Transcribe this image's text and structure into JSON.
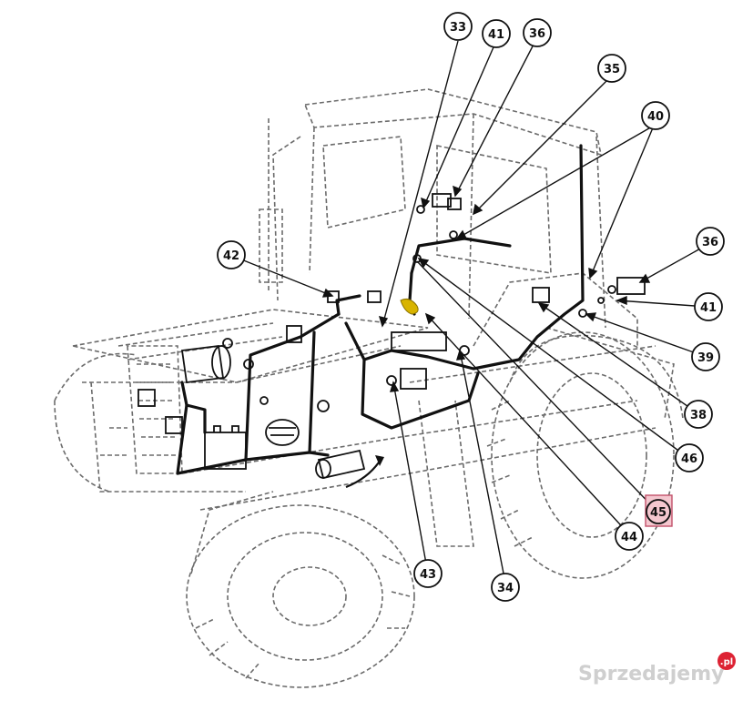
{
  "callouts": [
    {
      "id": "c33",
      "label": "33"
    },
    {
      "id": "c41a",
      "label": "41"
    },
    {
      "id": "c36a",
      "label": "36"
    },
    {
      "id": "c35",
      "label": "35"
    },
    {
      "id": "c40",
      "label": "40"
    },
    {
      "id": "c36b",
      "label": "36"
    },
    {
      "id": "c41b",
      "label": "41"
    },
    {
      "id": "c39",
      "label": "39"
    },
    {
      "id": "c38",
      "label": "38"
    },
    {
      "id": "c46",
      "label": "46"
    },
    {
      "id": "c45",
      "label": "45",
      "highlighted": true
    },
    {
      "id": "c44",
      "label": "44"
    },
    {
      "id": "c34",
      "label": "34"
    },
    {
      "id": "c43",
      "label": "43"
    },
    {
      "id": "c42",
      "label": "42"
    }
  ],
  "colors": {
    "ink": "#111111",
    "dashed": "#6b6b6b",
    "highlight_fill": "#f4c7cf",
    "highlight_stroke": "#c2506a",
    "connector": "#d8b400"
  },
  "watermark": {
    "text": "Sprzedajemy",
    "suffix": ".pl"
  }
}
